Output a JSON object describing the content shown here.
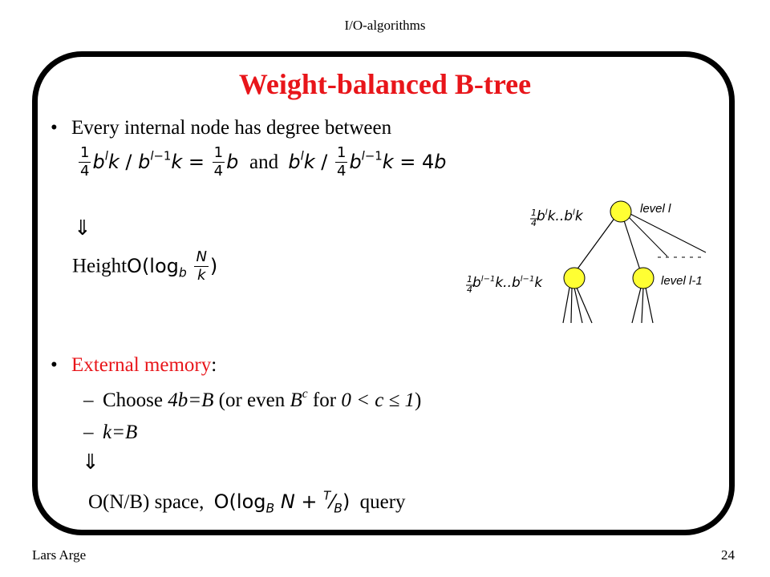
{
  "header": {
    "title": "I/O-algorithms"
  },
  "slide": {
    "title": "Weight-balanced B-tree",
    "bullet1": {
      "text": "Every internal node has degree between",
      "connector_and": "and"
    },
    "height_label": "Height",
    "bullet2": {
      "label": "External memory",
      "colon": ":"
    },
    "sub1": {
      "dash": "–",
      "prefix": "Choose ",
      "expr": "4b=B",
      "middle": " (or even ",
      "base": "B",
      "exp": "c",
      "for": " for ",
      "cond": "0 < c ≤ 1",
      "close": ")"
    },
    "sub2": {
      "dash": "–",
      "expr": "k=B"
    },
    "result": {
      "space": "O(N/B) space,",
      "query": "query"
    },
    "arrow_symbol": "⇓"
  },
  "tree": {
    "level_top": "level l",
    "level_bottom": "level l-1",
    "node_color": "#ffff33"
  },
  "footer": {
    "author": "Lars Arge",
    "page": "24"
  }
}
